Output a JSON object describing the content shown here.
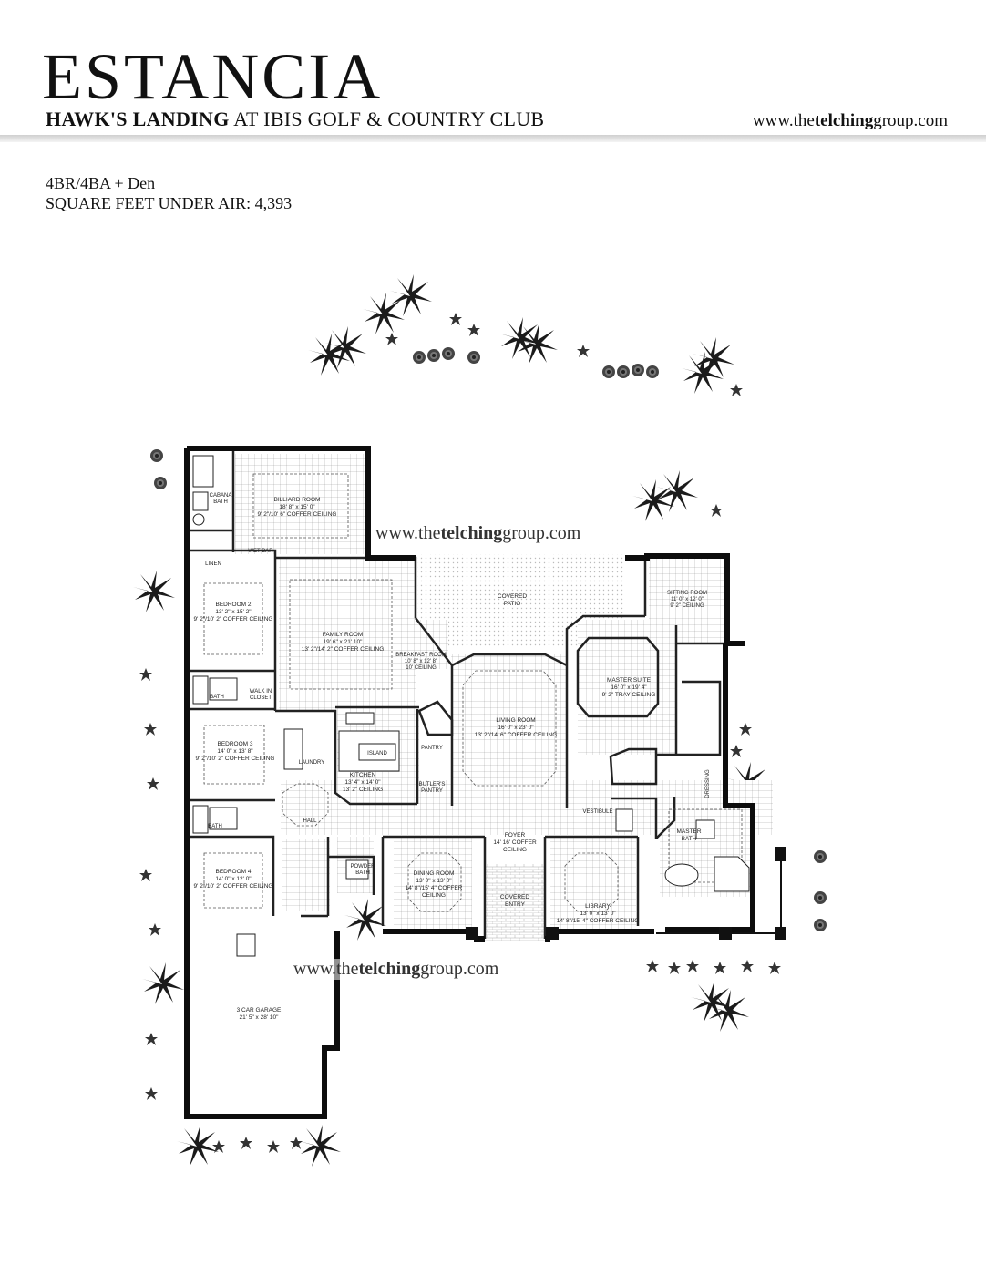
{
  "header": {
    "title": "ESTANCIA",
    "subtitle_bold": "HAWK'S LANDING",
    "subtitle_rest": " AT IBIS GOLF & COUNTRY CLUB",
    "website_pre": "www.the",
    "website_bold": "telching",
    "website_post": "group.com"
  },
  "specs": {
    "bed_bath": "4BR/4BA + Den",
    "sqft_line": "SQUARE FEET UNDER AIR: 4,393"
  },
  "watermark": {
    "pre": "www.the",
    "bold": "telching",
    "post": "group.com"
  },
  "rooms": {
    "cabana_bath": [
      "CABANA",
      "BATH"
    ],
    "billiard": [
      "BILLIARD ROOM",
      "18' 8\" x 15' 0\"",
      "9' 2\"/10' 6\" COFFER CEILING"
    ],
    "wet_bar": "WET BAR",
    "linen": "LINEN",
    "bedroom2": [
      "BEDROOM 2",
      "13' 2\" x 15' 2\"",
      "9' 2\"/10' 2\" COFFER CEILING"
    ],
    "bath": "BATH",
    "walk_in_closet": [
      "WALK IN",
      "CLOSET"
    ],
    "covered_patio": [
      "COVERED",
      "PATIO"
    ],
    "sitting_room": [
      "SITTING ROOM",
      "11' 0\" x 12' 0\"",
      "9' 2\" CEILING"
    ],
    "family_room": [
      "FAMILY ROOM",
      "19' 6\" x 21' 10\"",
      "13' 2\"/14' 2\" COFFER CEILING"
    ],
    "breakfast_room": [
      "BREAKFAST ROOM",
      "10' 8\" x 12' 8\"",
      "10' CEILING"
    ],
    "master_suite": [
      "MASTER SUITE",
      "16' 0\" x 19' 4\"",
      "9' 2\" TRAY CEILING"
    ],
    "living_room": [
      "LIVING ROOM",
      "16' 0\" x 23' 0\"",
      "13' 2\"/14' 6\" COFFER CEILING"
    ],
    "bedroom3": [
      "BEDROOM 3",
      "14' 0\" x 13' 8\"",
      "9' 2\"/10' 2\" COFFER CEILING"
    ],
    "laundry": "LAUNDRY",
    "island": "ISLAND",
    "pantry": "PANTRY",
    "kitchen": [
      "KITCHEN",
      "13' 4\" x 14' 0\"",
      "13' 2\" CEILING"
    ],
    "butlers_pantry": [
      "BUTLER'S",
      "PANTRY"
    ],
    "dressing": "DRESSING",
    "master_bath": [
      "MASTER",
      "BATH"
    ],
    "vestibule": "VESTIBULE",
    "hall": "HALL",
    "bath4": "BATH",
    "bedroom4": [
      "BEDROOM 4",
      "14' 0\" x 12' 0\"",
      "9' 2\"/10' 2\" COFFER CEILING"
    ],
    "powder_bath": [
      "POWDER",
      "BATH"
    ],
    "foyer": [
      "FOYER",
      "14' 16' COFFER",
      "CEILING"
    ],
    "dining_room": [
      "DINING ROOM",
      "13' 0\" x 13' 0\"",
      "14' 8\"/15' 4\" COFFER",
      "CEILING"
    ],
    "covered_entry": [
      "COVERED",
      "ENTRY"
    ],
    "library": [
      "LIBRARY",
      "13' 0\" x 13' 0\"",
      "14' 8\"/15' 4\" COFFER CEILING"
    ],
    "garage": [
      "3 CAR GARAGE",
      "21' 5\" x 28' 10\""
    ]
  }
}
